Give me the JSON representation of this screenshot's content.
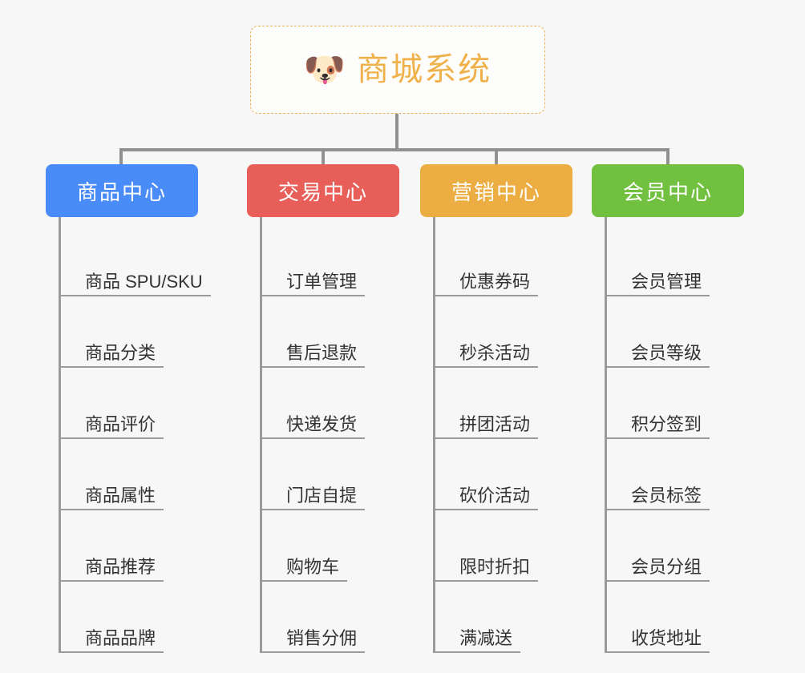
{
  "page": {
    "background_color": "#f7f7f7",
    "line_color": "#9a9a9a"
  },
  "root": {
    "icon": "shiba-dog-face-emoji",
    "icon_glyph": "🐶",
    "title": "商城系统",
    "title_color": "#f0b04a",
    "border_color": "#eab45c"
  },
  "columns": [
    {
      "header": "商品中心",
      "color": "#4a8cf7",
      "items": [
        "商品 SPU/SKU",
        "商品分类",
        "商品评价",
        "商品属性",
        "商品推荐",
        "商品品牌"
      ]
    },
    {
      "header": "交易中心",
      "color": "#e85f5a",
      "items": [
        "订单管理",
        "售后退款",
        "快递发货",
        "门店自提",
        "购物车",
        "销售分佣"
      ]
    },
    {
      "header": "营销中心",
      "color": "#ecae42",
      "items": [
        "优惠券码",
        "秒杀活动",
        "拼团活动",
        "砍价活动",
        "限时折扣",
        "满减送"
      ]
    },
    {
      "header": "会员中心",
      "color": "#72c040",
      "items": [
        "会员管理",
        "会员等级",
        "积分签到",
        "会员标签",
        "会员分组",
        "收货地址"
      ]
    }
  ]
}
